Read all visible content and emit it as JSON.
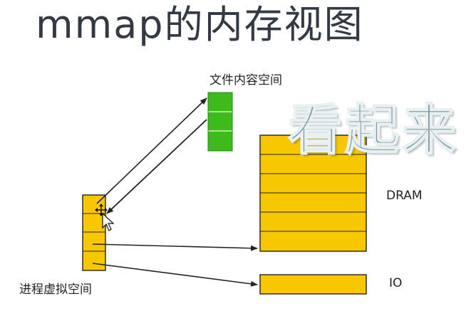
{
  "title": "mmap的内存视图",
  "labels": {
    "file_space": "文件内容空间",
    "process_space": "进程虚拟空间",
    "dram": "DRAM",
    "io": "IO"
  },
  "overlay_text": "看起来",
  "colors": {
    "yellow": "#f7c800",
    "green": "#3dbb1b",
    "title": "#333a44",
    "overlay": "#6f8e96"
  },
  "cursor": "mouse-pointer-icon"
}
